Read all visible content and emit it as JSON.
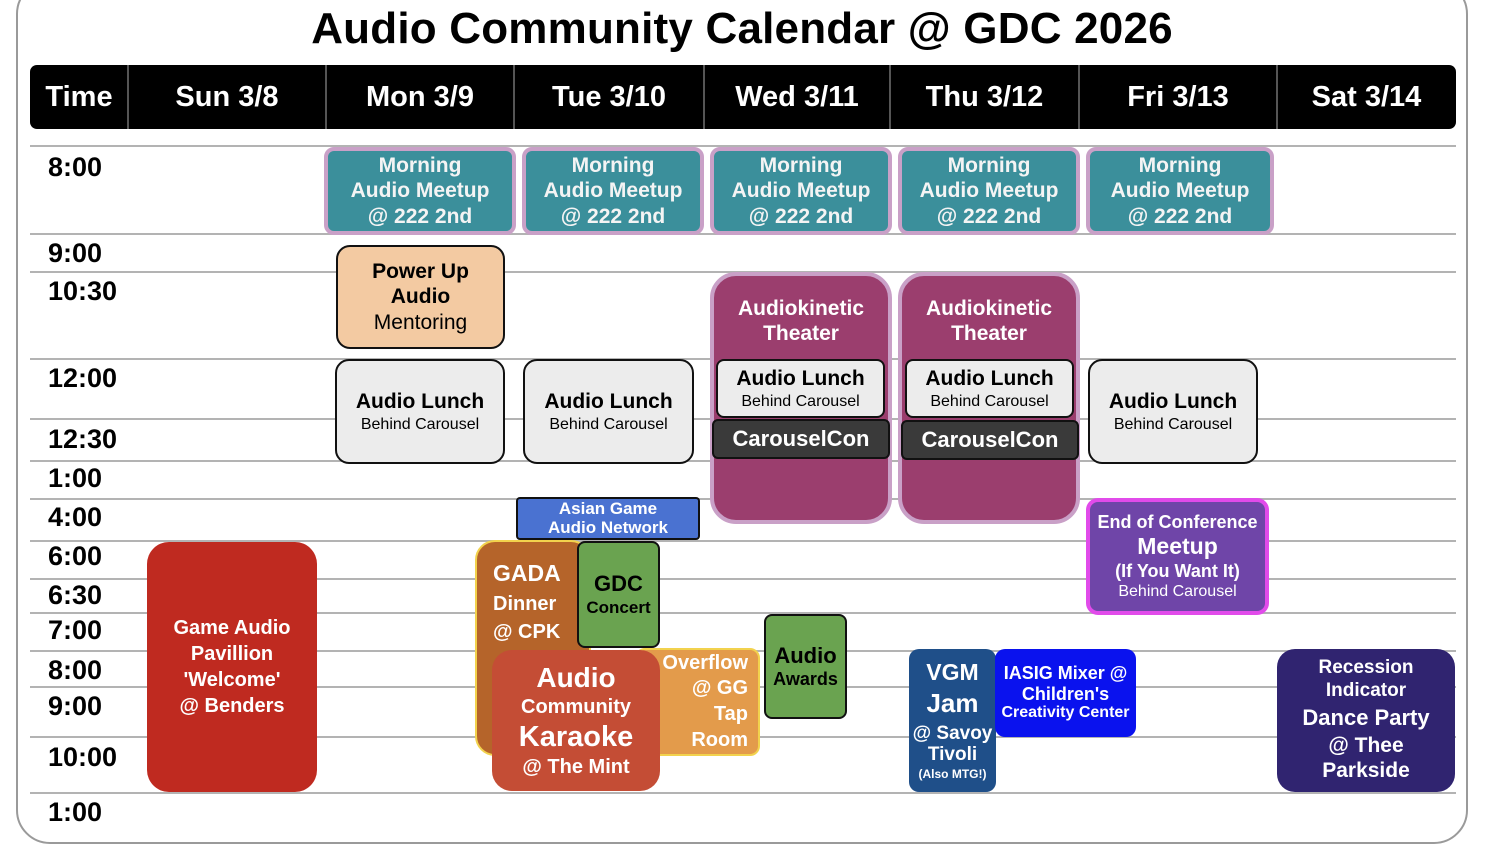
{
  "title": "Audio Community Calendar @ GDC 2026",
  "header": {
    "time": "Time",
    "days": [
      "Sun 3/8",
      "Mon 3/9",
      "Tue 3/10",
      "Wed 3/11",
      "Thu 3/12",
      "Fri 3/13",
      "Sat 3/14"
    ]
  },
  "times": [
    "8:00",
    "9:00",
    "10:30",
    "12:00",
    "12:30",
    "1:00",
    "4:00",
    "6:00",
    "6:30",
    "7:00",
    "8:00",
    "9:00",
    "10:00",
    "1:00"
  ],
  "events": {
    "morning_meetup": {
      "line1": "Morning",
      "line2": "Audio Meetup",
      "line3": "@ 222 2nd"
    },
    "power_up": {
      "line1": "Power Up",
      "line2": "Audio",
      "line3": "Mentoring"
    },
    "audio_lunch": {
      "line1": "Audio Lunch",
      "line2": "Behind Carousel"
    },
    "audiokinetic": {
      "line1": "Audiokinetic",
      "line2": "Theater"
    },
    "carouselcon": "CarouselCon",
    "asian_game": {
      "line1": "Asian Game",
      "line2": "Audio Network"
    },
    "end_of_conf": {
      "line1": "End of Conference",
      "line2": "Meetup",
      "line3": "(If You Want It)",
      "line4": "Behind Carousel"
    },
    "game_audio_pavillion": {
      "line1": "Game Audio",
      "line2": "Pavillion",
      "line3": "'Welcome'",
      "line4": "@ Benders"
    },
    "gada": {
      "line1": "GADA",
      "line2": "Dinner",
      "line3": "@ CPK"
    },
    "gdc_concert": {
      "line1": "GDC",
      "line2": "Concert"
    },
    "karaoke": {
      "line1": "Audio",
      "line2": "Community",
      "line3": "Karaoke",
      "line4": "@ The Mint"
    },
    "overflow": {
      "line1": "Overflow",
      "line2": "@ GG",
      "line3": "Tap",
      "line4": "Room"
    },
    "audio_awards": {
      "line1": "Audio",
      "line2": "Awards"
    },
    "vgm_jam": {
      "line1": "VGM",
      "line2": "Jam",
      "line3": "@ Savoy",
      "line4": "Tivoli",
      "line5": "(Also MTG!)"
    },
    "iasig": {
      "line1": "IASIG Mixer @",
      "line2": "Children's",
      "line3": "Creativity Center"
    },
    "recession": {
      "line1": "Recession",
      "line2": "Indicator",
      "line3": "Dance Party",
      "line4": "@ Thee",
      "line5": "Parkside"
    }
  },
  "colors": {
    "morning": "#3b8f9b",
    "lunch": "#ececec",
    "audiokinetic": "#9b3e6e",
    "carouselcon": "#3a3a3a",
    "power_up": "#f3caa2",
    "asian": "#4a72d1",
    "end_conf": "#6f45a8",
    "pavillion": "#bf2a20",
    "gada": "#b5642a",
    "gdc_concert": "#6aa350",
    "karaoke": "#c44d35",
    "overflow": "#e39b4b",
    "vgm": "#1f4f89",
    "iasig": "#0a12ee",
    "recession": "#302470"
  }
}
